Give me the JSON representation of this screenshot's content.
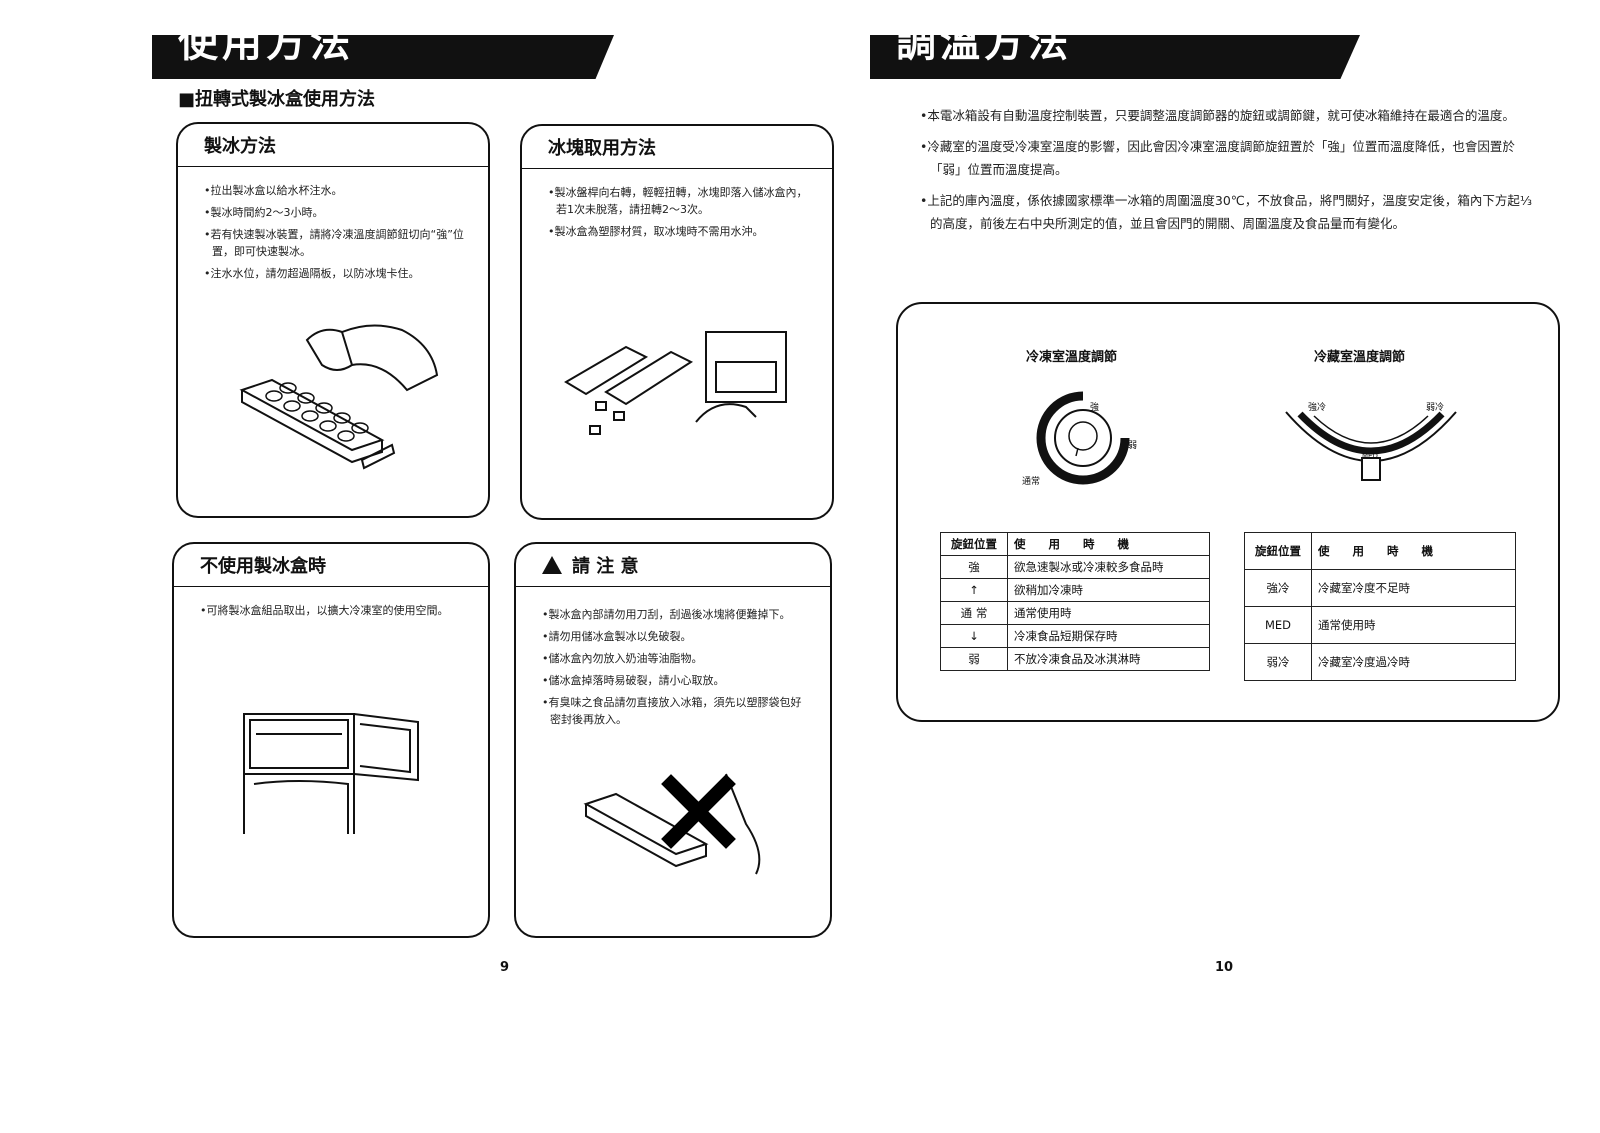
{
  "left_page": {
    "banner_title": "使用方法",
    "section_heading": "■扭轉式製冰盒使用方法",
    "page_number": "9",
    "boxes": {
      "making_ice": {
        "title": "製冰方法",
        "items": [
          "拉出製冰盒以給水杯注水。",
          "製冰時間約2～3小時。",
          "若有快速製冰裝置，請將冷凍溫度調節鈕切向“強”位置，即可快速製冰。",
          "注水水位，請勿超過隔板，以防冰塊卡住。"
        ]
      },
      "removing_ice": {
        "title": "冰塊取用方法",
        "items": [
          "製冰盤桿向右轉，輕輕扭轉，冰塊即落入儲冰盒內，若1次未脫落，請扭轉2～3次。",
          "製冰盒為塑膠材質，取冰塊時不需用水沖。"
        ]
      },
      "not_using": {
        "title": "不使用製冰盒時",
        "items": [
          "可將製冰盒組品取出，以擴大冷凍室的使用空間。"
        ]
      },
      "caution": {
        "title": "請 注 意",
        "items": [
          "製冰盒內部請勿用刀刮，刮過後冰塊將便難掉下。",
          "請勿用儲冰盒製冰以免破裂。",
          "儲冰盒內勿放入奶油等油脂物。",
          "儲冰盒掉落時易破裂，請小心取放。",
          "有臭味之食品請勿直接放入冰箱，須先以塑膠袋包好密封後再放入。"
        ]
      }
    }
  },
  "right_page": {
    "banner_title": "調溫方法",
    "page_number": "10",
    "intro": [
      "本電冰箱設有自動溫度控制裝置，只要調整溫度調節器的旋鈕或調節鍵，就可使冰箱維持在最適合的溫度。",
      "冷藏室的溫度受冷凍室溫度的影響，因此會因冷凍室溫度調節旋鈕置於「強」位置而溫度降低，也會因置於「弱」位置而溫度提高。",
      "上記的庫內溫度，係依據國家標準一冰箱的周圍溫度30℃，不放食品，將門關好，溫度安定後，箱內下方起⅓的高度，前後左右中央所測定的值，並且會因門的開關、周圍溫度及食品量而有變化。"
    ],
    "freezer_control": {
      "title": "冷凍室溫度調節",
      "dial_labels": {
        "strong": "強",
        "weak": "弱",
        "normal": "通常"
      },
      "headers": [
        "旋鈕位置",
        "使　　用　　時　　機"
      ],
      "rows": [
        {
          "pos": "強",
          "use": "欲急速製冰或冷凍較多食品時"
        },
        {
          "pos": "↑",
          "use": "欲稍加冷凍時"
        },
        {
          "pos": "通 常",
          "use": "通常使用時"
        },
        {
          "pos": "↓",
          "use": "冷凍食品短期保存時"
        },
        {
          "pos": "弱",
          "use": "不放冷凍食品及冰淇淋時"
        }
      ]
    },
    "fridge_control": {
      "title": "冷藏室溫度調節",
      "slider_labels": {
        "left": "強冷",
        "right": "弱冷",
        "middle": "MED"
      },
      "headers": [
        "旋鈕位置",
        "使　　用　　時　　機"
      ],
      "rows": [
        {
          "pos": "強冷",
          "use": "冷藏室冷度不足時"
        },
        {
          "pos": "MED",
          "use": "通常使用時"
        },
        {
          "pos": "弱冷",
          "use": "冷藏室冷度過冷時"
        }
      ]
    }
  }
}
